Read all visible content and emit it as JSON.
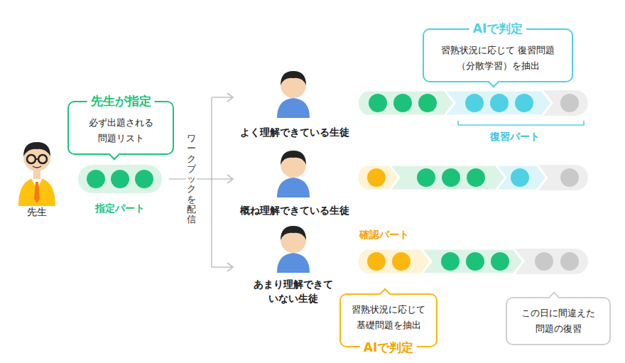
{
  "diagram": {
    "nodes": [
      {
        "text": [
          "先生が指定",
          "必ず出題される 問題リスト"
        ]
      },
      {
        "text": [
          "AIで判定",
          "習熟状況に応じて 復習問題（分散学習）を抽出"
        ]
      },
      {
        "text": [
          "習熟状況に応じて 基礎問題を抽出",
          "AIで判定"
        ]
      },
      {
        "text": [
          "この日に間違えた 問題の復習"
        ]
      }
    ],
    "labels": [
      "先生",
      "指定パート",
      "ワークブックを配信",
      "よく理解できている生徒",
      "概ね理解できている生徒",
      "あまり理解できて いない生徒",
      "復習パート",
      "確認パート"
    ]
  }
}
